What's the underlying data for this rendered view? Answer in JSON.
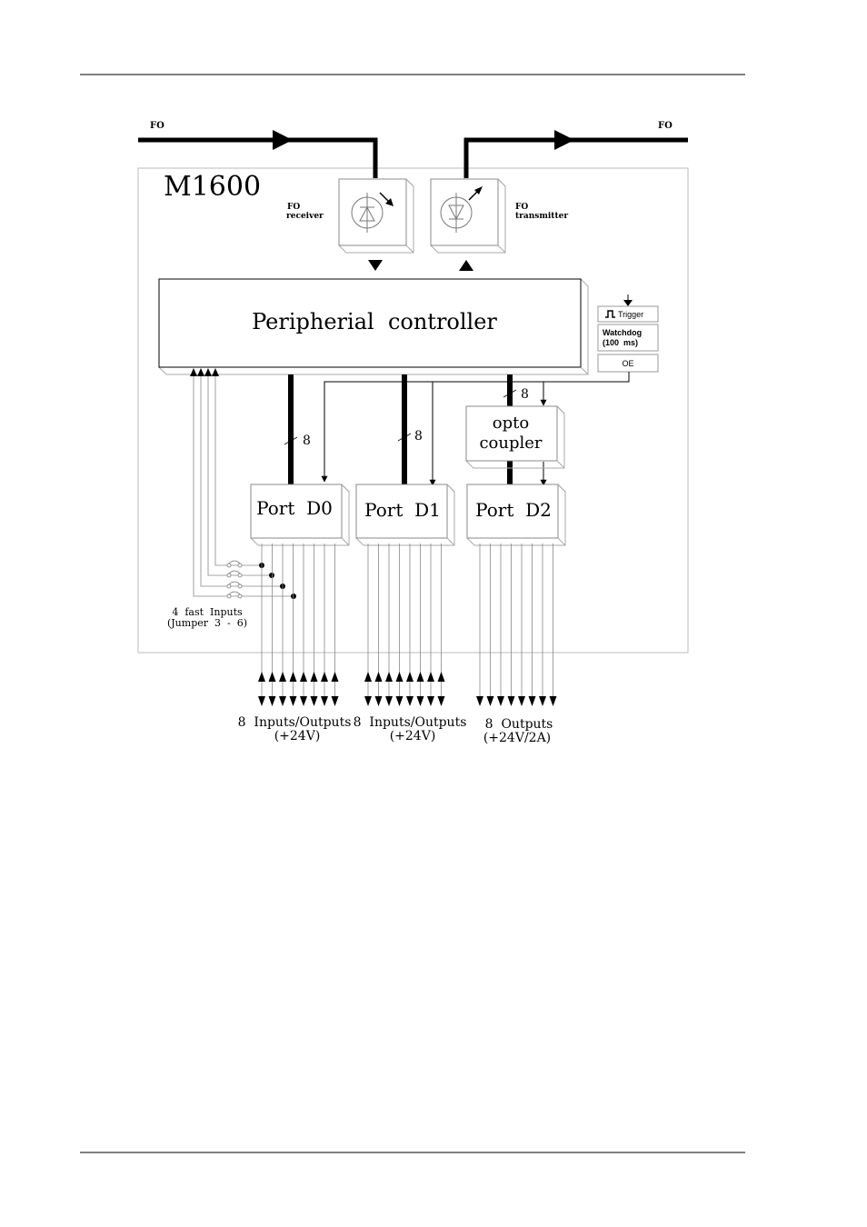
{
  "fo_in_label": "FO",
  "fo_out_label": "FO",
  "module_title": "M1600",
  "receiver": {
    "line1": "FO",
    "line2": "receiver"
  },
  "transmitter": {
    "line1": "FO",
    "line2": "transmitter"
  },
  "controller_label": "Peripherial  controller",
  "trigger_label": "Trigger",
  "watchdog": {
    "line1": "Watchdog",
    "line2": "(100  ms)"
  },
  "oe_label": "OE",
  "opto": {
    "line1": "opto",
    "line2": "coupler"
  },
  "bus_width_d0": "8",
  "bus_width_d1": "8",
  "bus_width_opto": "8",
  "ports": {
    "d0": "Port  D0",
    "d1": "Port  D1",
    "d2": "Port  D2"
  },
  "fast_inputs": {
    "line1": "4  fast  Inputs",
    "line2": "(Jumper  3  -  6)"
  },
  "io_d0": {
    "line1": "8  Inputs/Outputs",
    "line2": "(+24V)"
  },
  "io_d1": {
    "line1": "8  Inputs/Outputs",
    "line2": "(+24V)"
  },
  "io_d2": {
    "line1": "8  Outputs",
    "line2": "(+24V/2A)"
  }
}
